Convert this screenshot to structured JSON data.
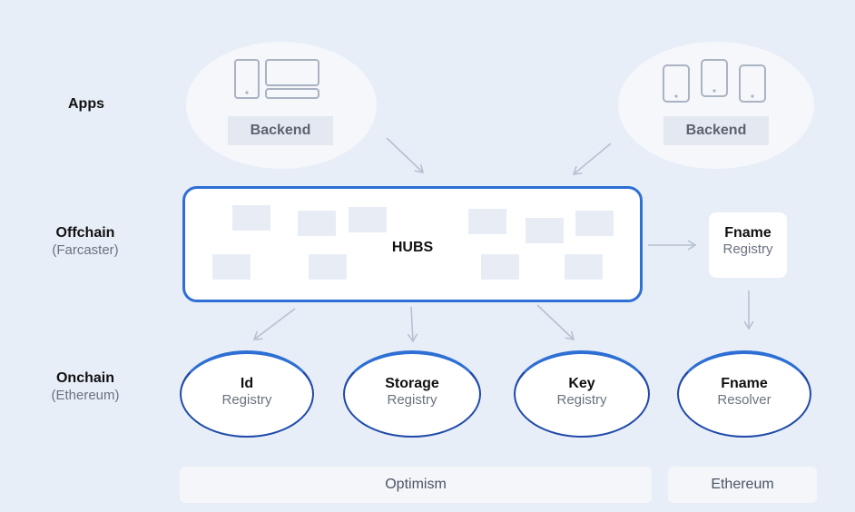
{
  "rows": {
    "apps": {
      "label": "Apps"
    },
    "offchain": {
      "label": "Offchain",
      "sub": "(Farcaster)"
    },
    "onchain": {
      "label": "Onchain",
      "sub": "(Ethereum)"
    }
  },
  "apps": [
    {
      "backend_label": "Backend",
      "devices": "desktop-devices"
    },
    {
      "backend_label": "Backend",
      "devices": "mobile-devices"
    }
  ],
  "hubs": {
    "label": "HUBS"
  },
  "fname_registry": {
    "title": "Fname",
    "sub": "Registry"
  },
  "registries": [
    {
      "title": "Id",
      "sub": "Registry"
    },
    {
      "title": "Storage",
      "sub": "Registry"
    },
    {
      "title": "Key",
      "sub": "Registry"
    },
    {
      "title": "Fname",
      "sub": "Resolver"
    }
  ],
  "chains": [
    {
      "label": "Optimism"
    },
    {
      "label": "Ethereum"
    }
  ],
  "colors": {
    "accent": "#2d6fd4",
    "accent_dark": "#1f4aa8",
    "background": "#e8eef8",
    "arrow": "#b6c1d1",
    "icon": "#aab3c2"
  }
}
